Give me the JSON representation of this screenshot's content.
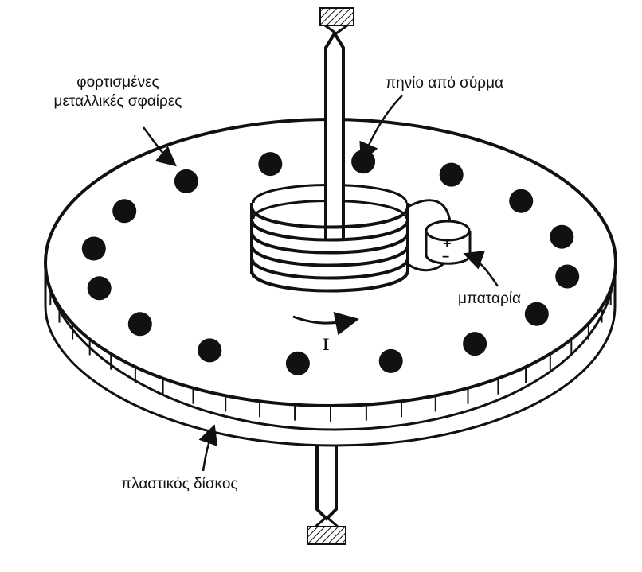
{
  "labels": {
    "spheres_line1": "φορτισμένες",
    "spheres_line2": "μεταλλικές σφαίρες",
    "coil": "πηνίο από σύρμα",
    "battery": "μπαταρία",
    "disc": "πλαστικός δίσκος",
    "current": "I",
    "battery_plus": "+",
    "battery_minus": "−"
  },
  "colors": {
    "ink": "#111111",
    "paper": "#ffffff"
  },
  "sphere_count": 16
}
